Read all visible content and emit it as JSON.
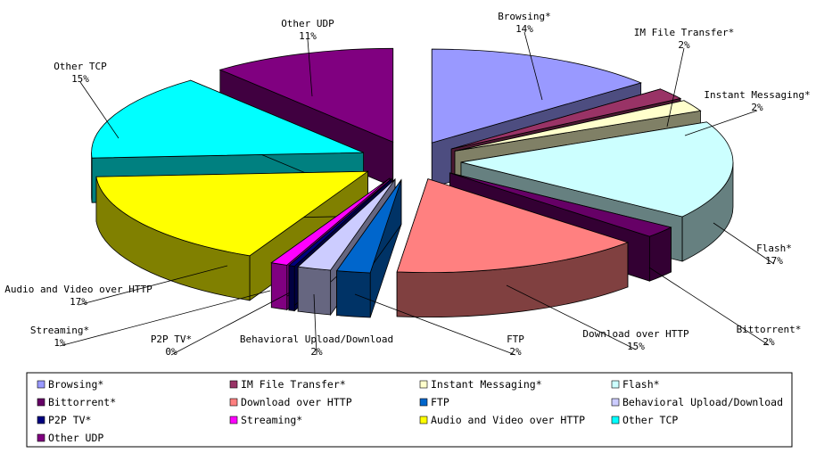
{
  "chart_data": {
    "type": "pie",
    "style": "3d-exploded",
    "legend": "bottom",
    "slices": [
      {
        "name": "Browsing*",
        "value": 14,
        "label": "14%",
        "color": "#9999ff"
      },
      {
        "name": "IM File Transfer*",
        "value": 2,
        "label": "2%",
        "color": "#993366"
      },
      {
        "name": "Instant Messaging*",
        "value": 2,
        "label": "2%",
        "color": "#ffffcc"
      },
      {
        "name": "Flash*",
        "value": 17,
        "label": "17%",
        "color": "#ccffff"
      },
      {
        "name": "Bittorrent*",
        "value": 2,
        "label": "2%",
        "color": "#660066"
      },
      {
        "name": "Download over HTTP",
        "value": 15,
        "label": "15%",
        "color": "#ff8080"
      },
      {
        "name": "FTP",
        "value": 2,
        "label": "2%",
        "color": "#0066cc"
      },
      {
        "name": "Behavioral Upload/Download",
        "value": 2,
        "label": "2%",
        "color": "#ccccff"
      },
      {
        "name": "P2P TV*",
        "value": 0,
        "label": "0%",
        "color": "#000080"
      },
      {
        "name": "Streaming*",
        "value": 1,
        "label": "1%",
        "color": "#ff00ff"
      },
      {
        "name": "Audio and Video over HTTP",
        "value": 17,
        "label": "17%",
        "color": "#ffff00"
      },
      {
        "name": "Other TCP",
        "value": 15,
        "label": "15%",
        "color": "#00ffff"
      },
      {
        "name": "Other UDP",
        "value": 11,
        "label": "11%",
        "color": "#800080"
      }
    ]
  }
}
